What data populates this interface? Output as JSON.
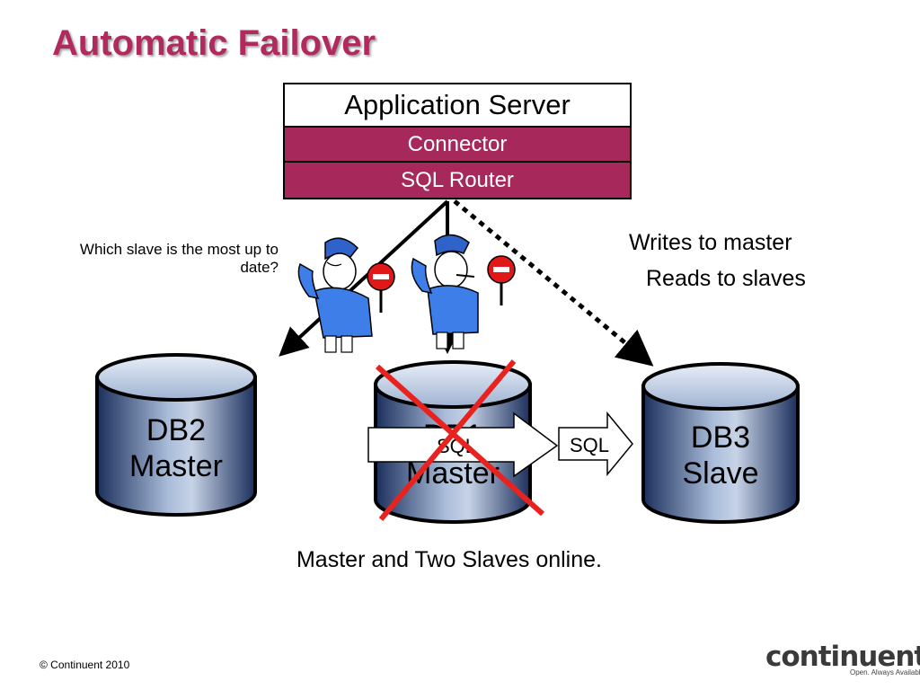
{
  "title": "Automatic Failover",
  "app_stack": {
    "server_label": "Application Server",
    "connector_label": "Connector",
    "router_label": "SQL Router"
  },
  "notes": {
    "question": "Which slave is the most up to date?",
    "writes": "Writes to master",
    "reads": "Reads to slaves"
  },
  "databases": [
    {
      "line1": "DB2",
      "line2": "Master"
    },
    {
      "line1": "DB1",
      "line2": "Master"
    },
    {
      "line1": "DB3",
      "line2": "Slave"
    }
  ],
  "arrows": {
    "left_label": "SQL",
    "right_label": "SQL"
  },
  "caption": "Master and Two Slaves online.",
  "footer": {
    "copyright": "© Continuent 2010",
    "logo_word": "continuent",
    "logo_tagline": "Open. Always Available."
  },
  "colors": {
    "accent": "#a7285a",
    "title": "#b02a5e",
    "db_dark": "#1d3563",
    "db_light": "#c7d3e6",
    "fail": "#e8231f"
  }
}
